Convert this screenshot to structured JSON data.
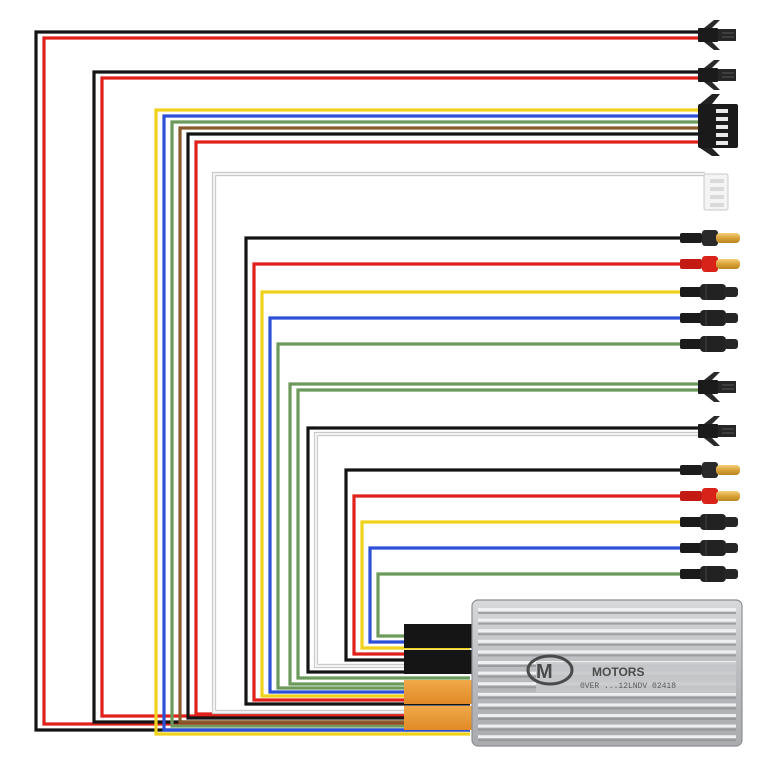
{
  "controller": {
    "brand": "MOTORS",
    "model_code": "0VER ...12LNDV 02418",
    "colors": {
      "body": "#c4c6c8",
      "fin_dark": "#8d9093",
      "fin_light": "#e6e7e8"
    }
  },
  "wire_colors": {
    "black": "#141414",
    "red": "#e0201b",
    "yellow": "#f0d21c",
    "blue": "#2b4fd6",
    "green": "#6b9a5a",
    "brown": "#8a5a2b",
    "white": "#f2f2f2",
    "gray": "#c9c9c9"
  },
  "groups": [
    {
      "name": "power-lead-1",
      "connector": "two-pin-plug",
      "wires": [
        "black",
        "red"
      ]
    },
    {
      "name": "power-lead-2",
      "connector": "two-pin-plug",
      "wires": [
        "black",
        "red"
      ]
    },
    {
      "name": "hall-sensor",
      "connector": "five-pin-plug",
      "wires": [
        "yellow",
        "blue",
        "green",
        "brown",
        "black",
        "red"
      ]
    },
    {
      "name": "signal",
      "connector": "white-plug",
      "wires": [
        "white"
      ]
    },
    {
      "name": "motor-phase-a",
      "connector": "bullet-set",
      "wires": [
        "black",
        "red",
        "yellow",
        "blue",
        "green"
      ]
    },
    {
      "name": "auxiliary-1",
      "connector": "two-pin-plug",
      "wires": [
        "green"
      ]
    },
    {
      "name": "auxiliary-2",
      "connector": "two-pin-plug",
      "wires": [
        "black"
      ]
    },
    {
      "name": "motor-phase-b",
      "connector": "bullet-set",
      "wires": [
        "black",
        "red",
        "yellow",
        "blue",
        "green"
      ]
    }
  ],
  "sleeves": [
    "black",
    "black",
    "orange",
    "orange"
  ]
}
